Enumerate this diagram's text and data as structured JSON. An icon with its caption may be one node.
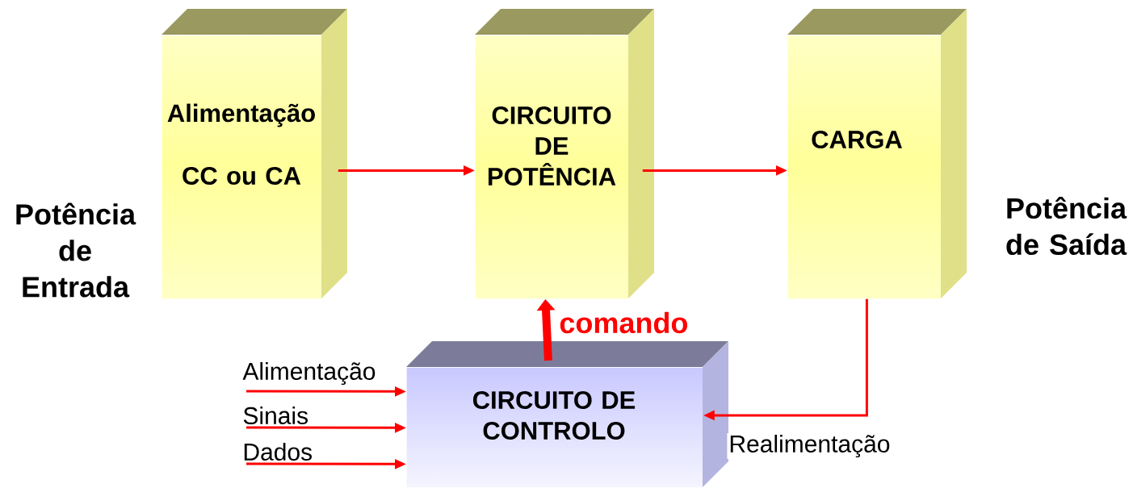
{
  "diagram": {
    "nodes": [
      {
        "text": [
          "Alimentação",
          "CC ou CA"
        ]
      },
      {
        "text": [
          "CIRCUITO DE POTÊNCIA"
        ]
      },
      {
        "text": [
          "CARGA"
        ]
      },
      {
        "text": [
          "CIRCUITO DE CONTROLO"
        ]
      }
    ],
    "edges": [
      {
        "from": 0,
        "to": 1,
        "arrow": "to"
      },
      {
        "from": 1,
        "to": 2,
        "arrow": "to"
      },
      {
        "from": 3,
        "to": 1,
        "arrow": "to",
        "label": "comando",
        "style": "thick"
      },
      {
        "from": 2,
        "to": 3,
        "arrow": "to",
        "label": "Realimentação"
      },
      {
        "from": null,
        "to": 3,
        "arrow": "to",
        "label": "Alimentação"
      },
      {
        "from": null,
        "to": 3,
        "arrow": "to",
        "label": "Sinais"
      },
      {
        "from": null,
        "to": 3,
        "arrow": "to",
        "label": "Dados"
      }
    ],
    "labels": [
      "Potência de Entrada",
      "Potência de Saída"
    ]
  }
}
